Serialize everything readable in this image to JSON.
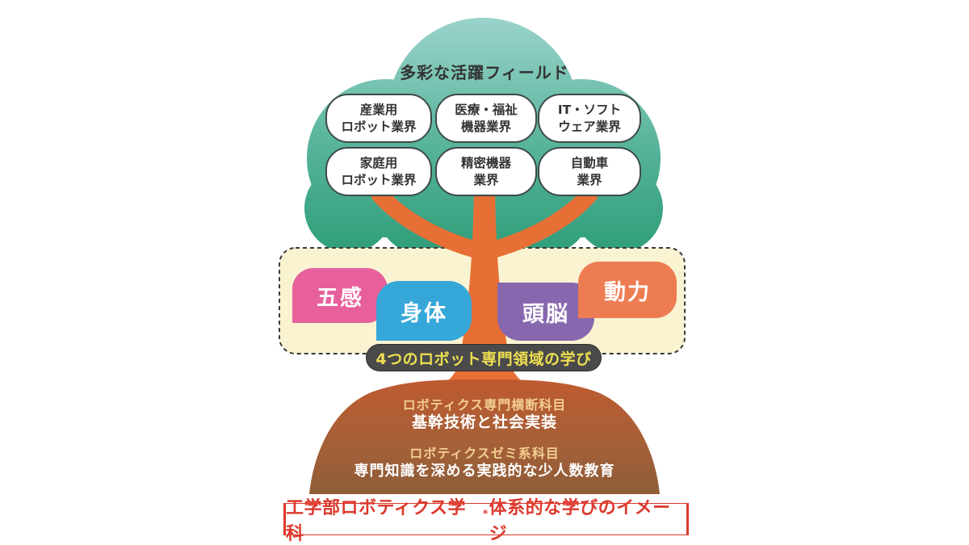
{
  "colors": {
    "canopy_top": "#9AD3CB",
    "canopy_bottom": "#2E9D79",
    "trunk_orange": "#E76F36",
    "panel_bg": "#FAF3D2",
    "panel_border": "#3A3A3A",
    "pill_bg": "#4A4A4A",
    "pill_text": "#EDE051",
    "mound_top": "#BE5A30",
    "mound_bottom": "#8D5D38",
    "caption_red": "#DC392C",
    "tag_pink": "#E7609C",
    "tag_blue": "#36A7D9",
    "tag_purple": "#8768AE",
    "tag_orange": "#EE7C52"
  },
  "canopy": {
    "title": "多彩な活躍フィールド",
    "fields": [
      {
        "line1": "産業用",
        "line2": "ロボット業界"
      },
      {
        "line1": "医療・福祉",
        "line2": "機器業界"
      },
      {
        "line1": "IT・ソフト",
        "line2": "ウェア業界"
      },
      {
        "line1": "家庭用",
        "line2": "ロボット業界"
      },
      {
        "line1": "精密機器",
        "line2": "業界"
      },
      {
        "line1": "自動車",
        "line2": "業界"
      }
    ]
  },
  "domains": {
    "items": [
      {
        "label": "五感"
      },
      {
        "label": "身体"
      },
      {
        "label": "頭脳"
      },
      {
        "label": "動力"
      }
    ],
    "pill_label": "4つのロボット専門領域の学び"
  },
  "foundation": {
    "sections": [
      {
        "category": "ロボティクス専門横断科目",
        "description": "基幹技術と社会実装"
      },
      {
        "category": "ロボティクスゼミ系科目",
        "description": "専門知識を深める実践的な少人数教育"
      }
    ]
  },
  "caption": {
    "prefix": "工学部ロボティクス学科",
    "footnote_mark": "*",
    "suffix": "体系的な学びのイメージ"
  }
}
